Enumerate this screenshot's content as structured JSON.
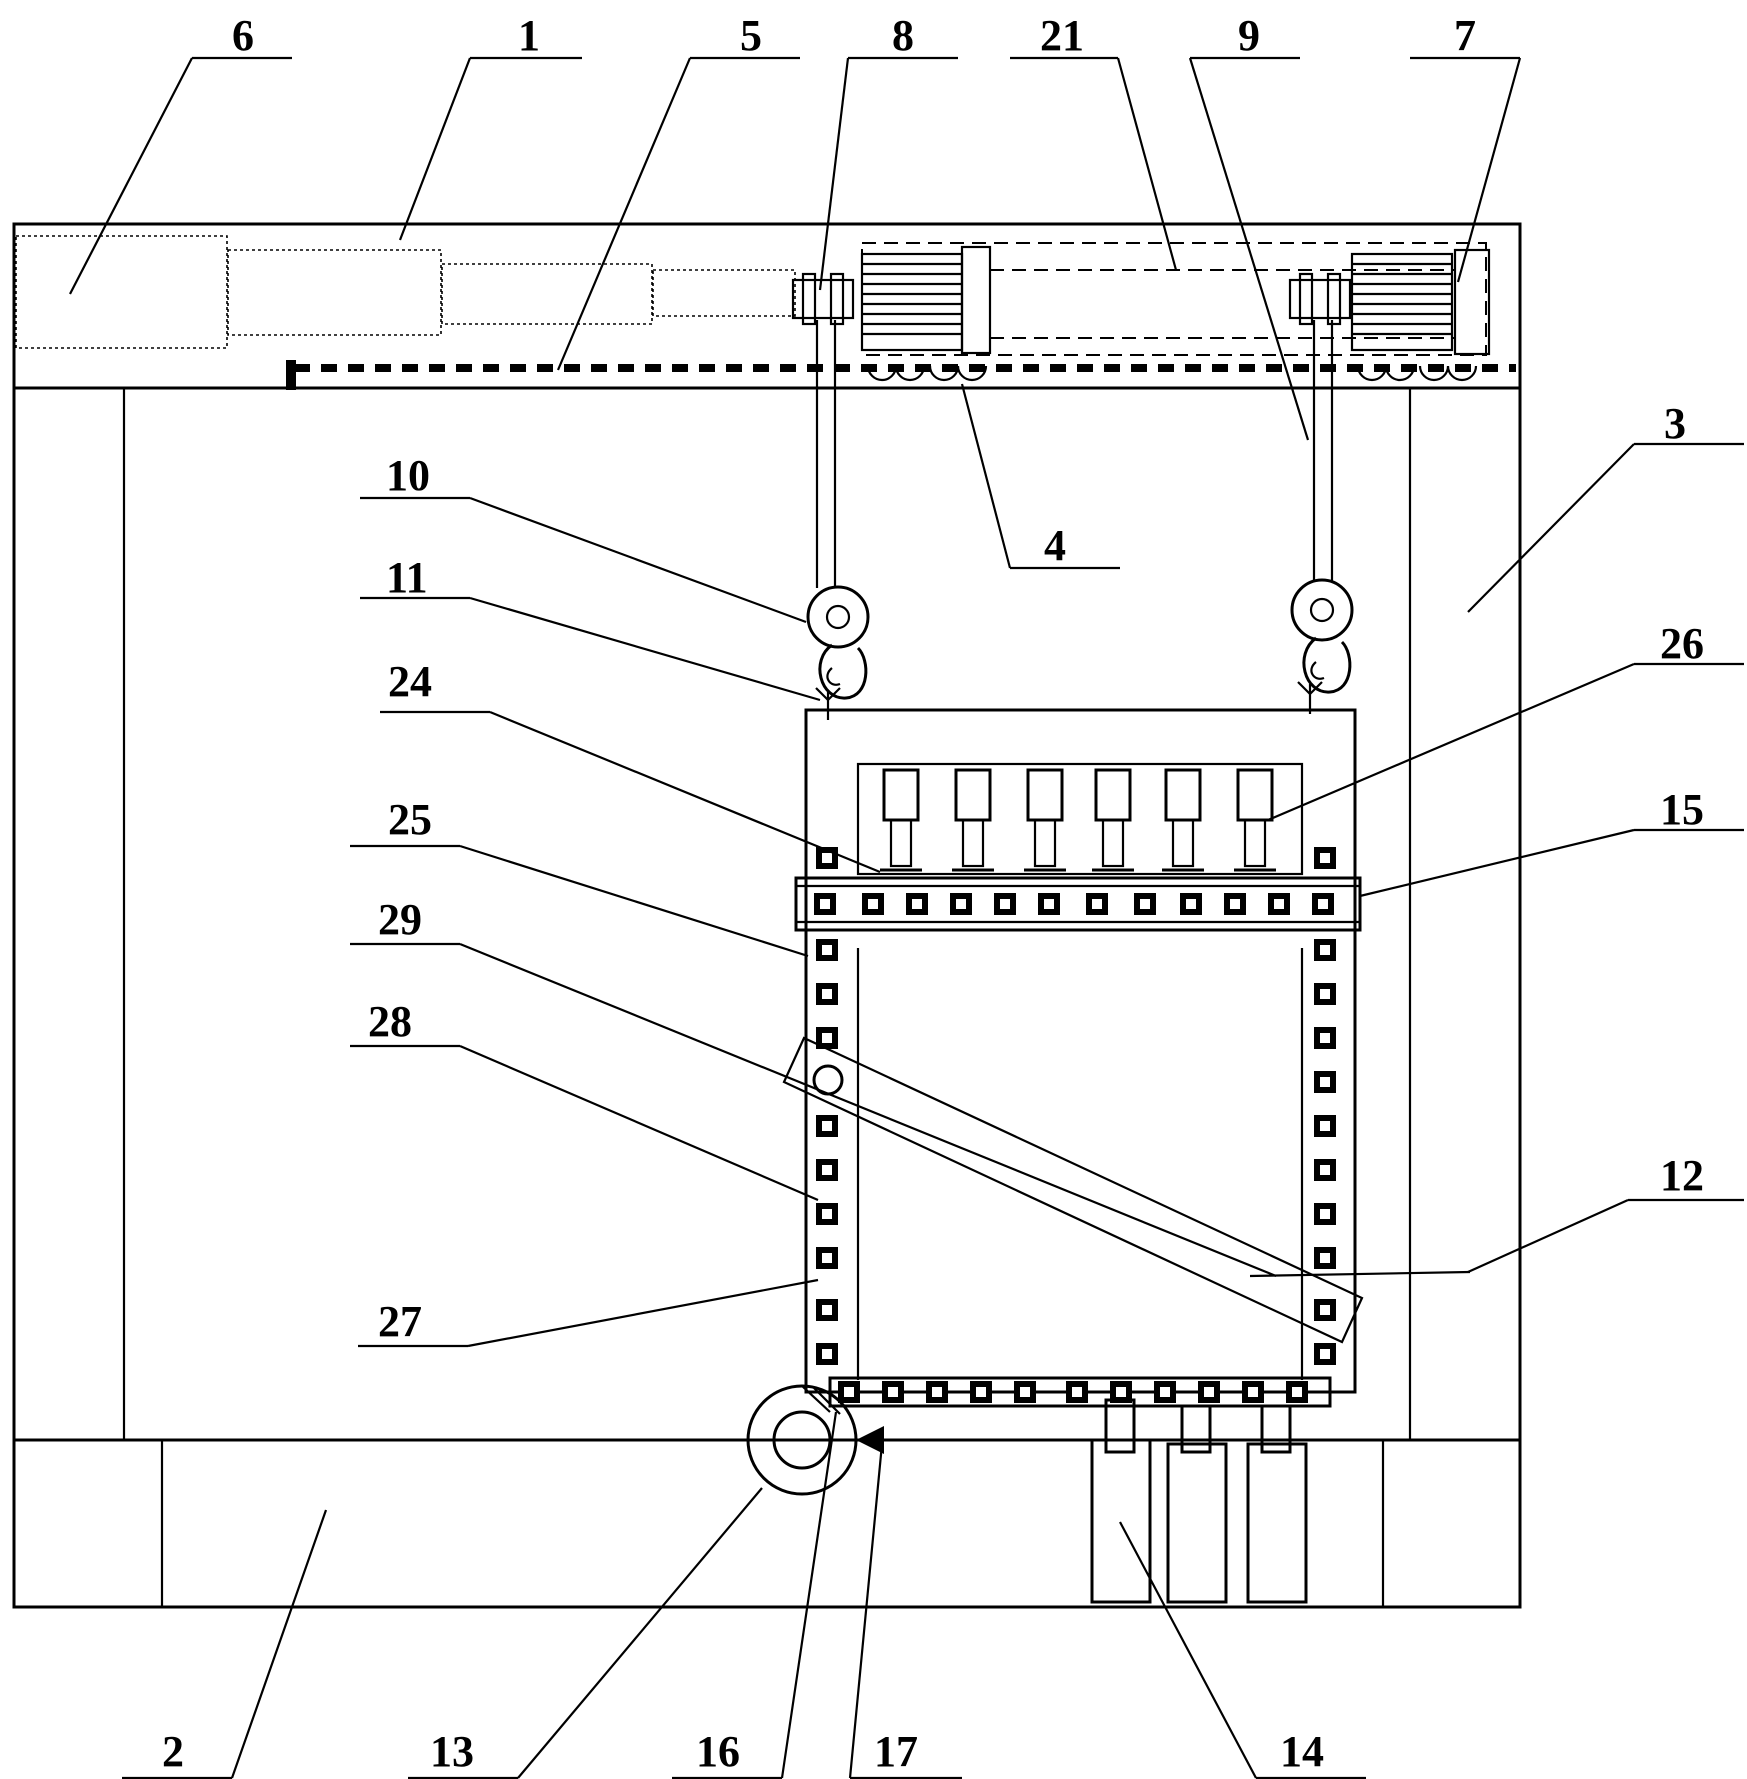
{
  "labels": [
    {
      "id": "6",
      "text": "6"
    },
    {
      "id": "1",
      "text": "1"
    },
    {
      "id": "5",
      "text": "5"
    },
    {
      "id": "8",
      "text": "8"
    },
    {
      "id": "21",
      "text": "21"
    },
    {
      "id": "9",
      "text": "9"
    },
    {
      "id": "7",
      "text": "7"
    },
    {
      "id": "3",
      "text": "3"
    },
    {
      "id": "10",
      "text": "10"
    },
    {
      "id": "4",
      "text": "4"
    },
    {
      "id": "11",
      "text": "11"
    },
    {
      "id": "26",
      "text": "26"
    },
    {
      "id": "24",
      "text": "24"
    },
    {
      "id": "25",
      "text": "25"
    },
    {
      "id": "15",
      "text": "15"
    },
    {
      "id": "29",
      "text": "29"
    },
    {
      "id": "28",
      "text": "28"
    },
    {
      "id": "12",
      "text": "12"
    },
    {
      "id": "27",
      "text": "27"
    },
    {
      "id": "2",
      "text": "2"
    },
    {
      "id": "13",
      "text": "13"
    },
    {
      "id": "16",
      "text": "16"
    },
    {
      "id": "17",
      "text": "17"
    },
    {
      "id": "14",
      "text": "14"
    }
  ]
}
